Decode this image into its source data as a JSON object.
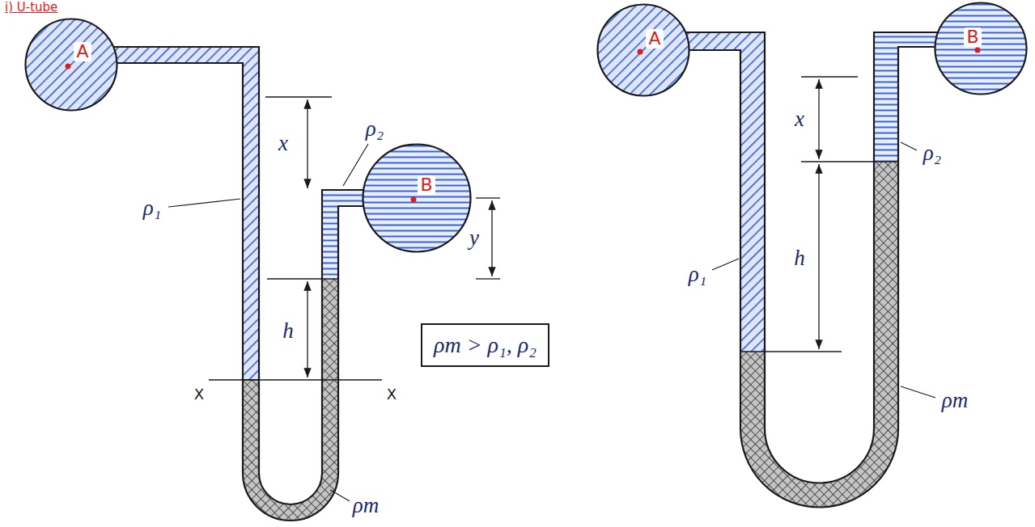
{
  "diagram": {
    "title": "i) U-tube",
    "nodes": [
      {
        "text": [
          "A"
        ]
      },
      {
        "text": [
          "B"
        ]
      },
      {
        "text": [
          "ρm > ρ₁, ρ₂"
        ]
      },
      {
        "text": [
          "A"
        ]
      },
      {
        "text": [
          "B"
        ]
      }
    ],
    "labels": [
      "x",
      "ρ₂",
      "y",
      "ρ₁",
      "h",
      "X",
      "X",
      "ρm",
      "x",
      "ρ₂",
      "ρ₁",
      "h",
      "ρm"
    ]
  }
}
